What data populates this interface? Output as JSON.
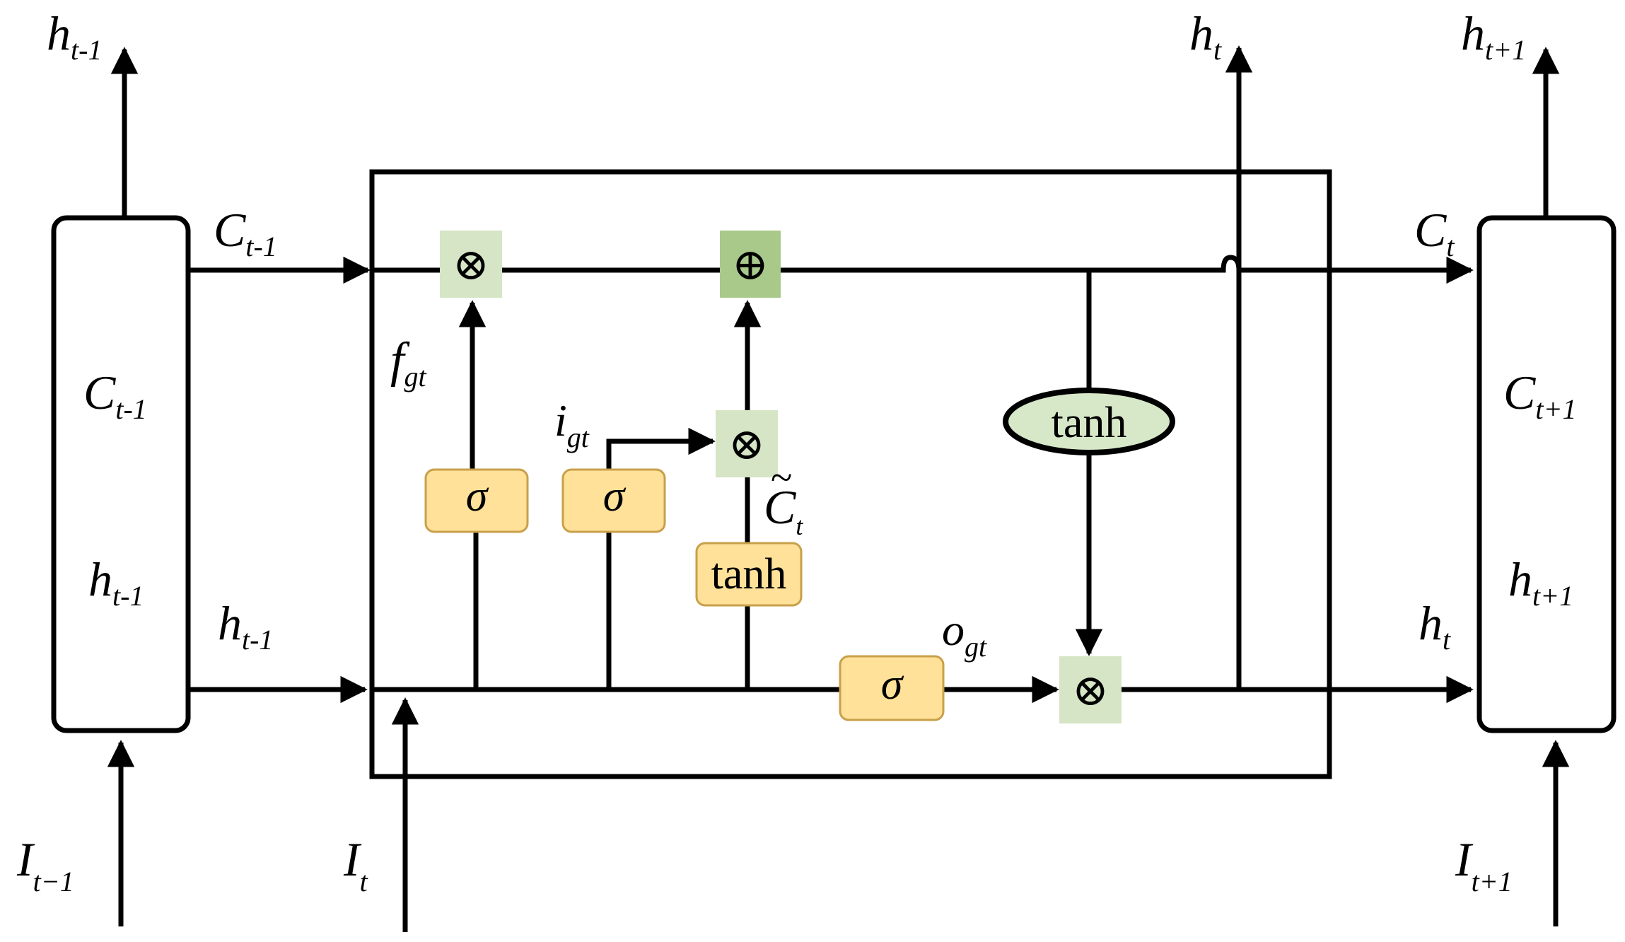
{
  "colors": {
    "line": "#000000",
    "gate_fill": "#FFE199",
    "gate_stroke": "#C8A04A",
    "op_light": "#D5E5C5",
    "op_dark": "#A9C98A",
    "ellipse_fill": "#D7E8C8"
  },
  "symbols": {
    "multiply": "⊗",
    "add": "⊕",
    "sigma": "σ",
    "tanh": "tanh"
  },
  "cells": {
    "left": {
      "c_main": "C",
      "c_sub": "t-1",
      "h_main": "h",
      "h_sub": "t-1"
    },
    "right": {
      "c_main": "C",
      "c_sub": "t+1",
      "h_main": "h",
      "h_sub": "t+1"
    }
  },
  "labels": {
    "h_top_left": {
      "main": "h",
      "sub": "t-1"
    },
    "h_top_mid": {
      "main": "h",
      "sub": "t"
    },
    "h_top_right": {
      "main": "h",
      "sub": "t+1"
    },
    "c_in": {
      "main": "C",
      "sub": "t-1"
    },
    "h_in": {
      "main": "h",
      "sub": "t-1"
    },
    "c_out": {
      "main": "C",
      "sub": "t"
    },
    "h_out": {
      "main": "h",
      "sub": "t"
    },
    "forget": {
      "main": "f",
      "sub": "gt"
    },
    "input": {
      "main": "i",
      "sub": "gt"
    },
    "output": {
      "main": "o",
      "sub": "gt"
    },
    "candidate": {
      "tilde": "~",
      "main": "C",
      "sub": "t"
    },
    "i_left": {
      "main": "I",
      "sub": "t−1"
    },
    "i_mid": {
      "main": "I",
      "sub": "t"
    },
    "i_right": {
      "main": "I",
      "sub": "t+1"
    }
  }
}
